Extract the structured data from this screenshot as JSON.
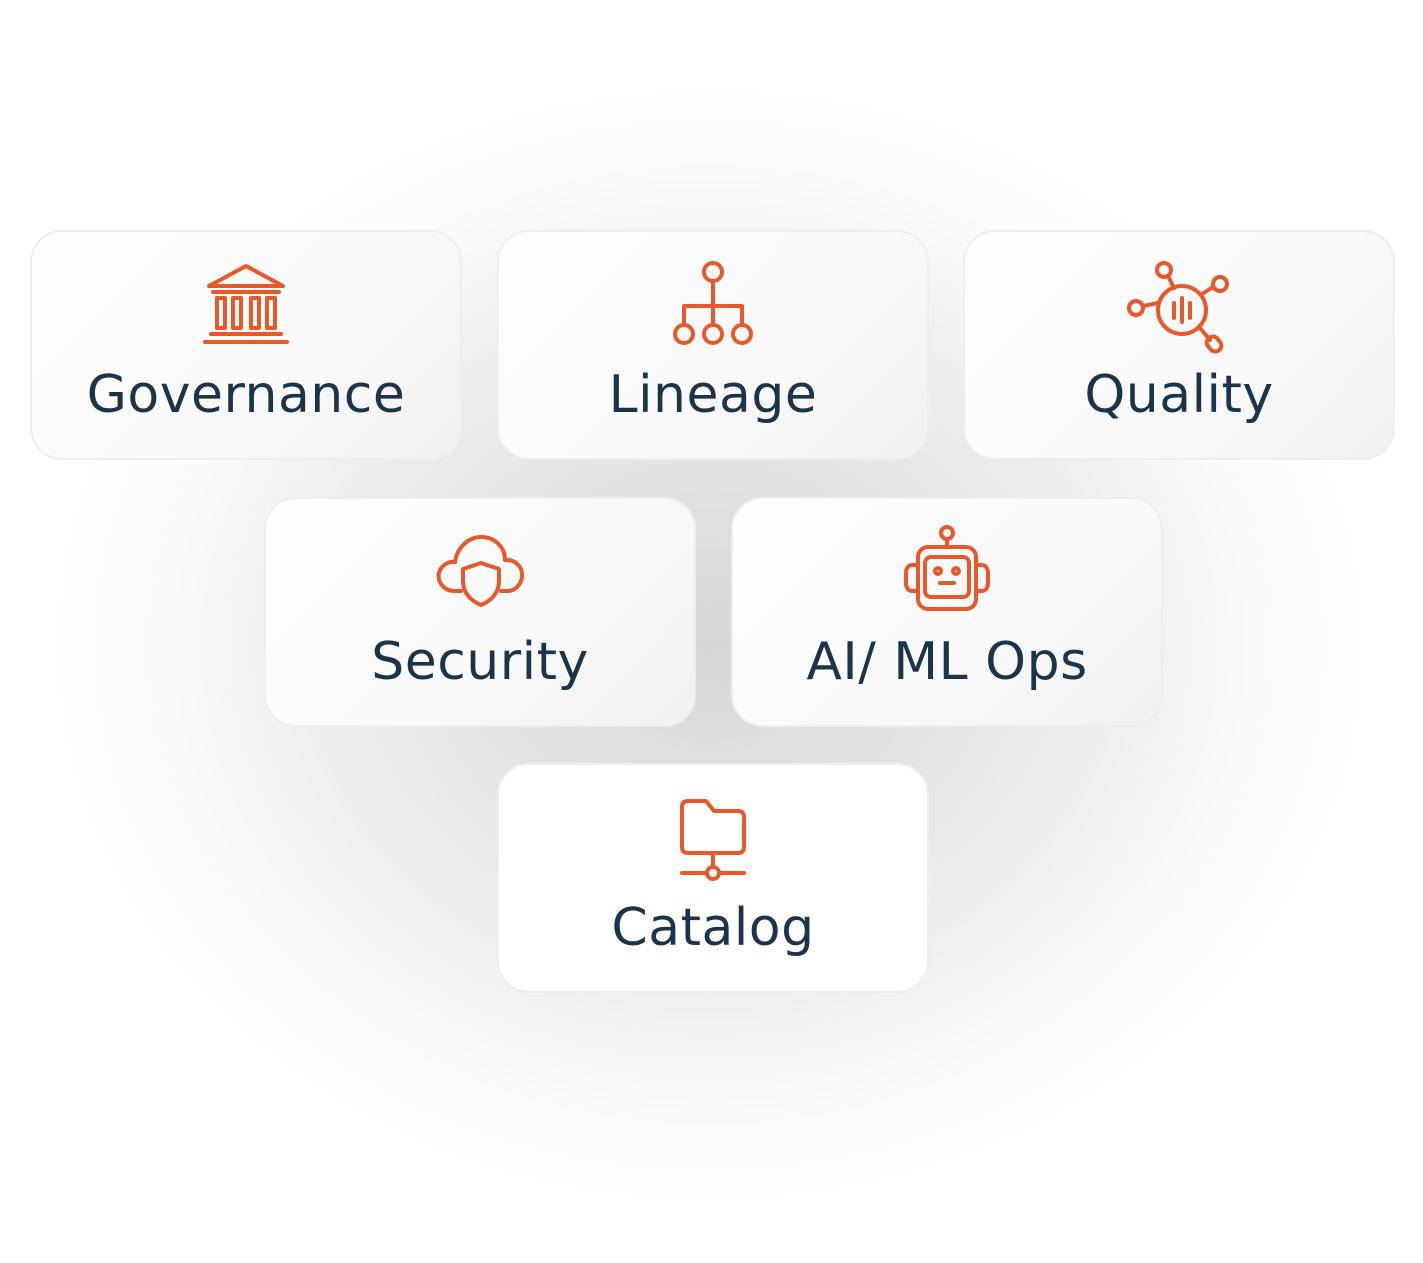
{
  "colors": {
    "accent": "#e8582a",
    "text": "#1c3449",
    "card_border": "#eeeeee"
  },
  "cards": [
    {
      "label": "Governance",
      "icon": "bank-icon"
    },
    {
      "label": "Lineage",
      "icon": "hierarchy-icon"
    },
    {
      "label": "Quality",
      "icon": "data-quality-search-icon"
    },
    {
      "label": "Security",
      "icon": "cloud-shield-icon"
    },
    {
      "label": "AI/ ML Ops",
      "icon": "robot-icon"
    },
    {
      "label": "Catalog",
      "icon": "network-folder-icon"
    }
  ]
}
